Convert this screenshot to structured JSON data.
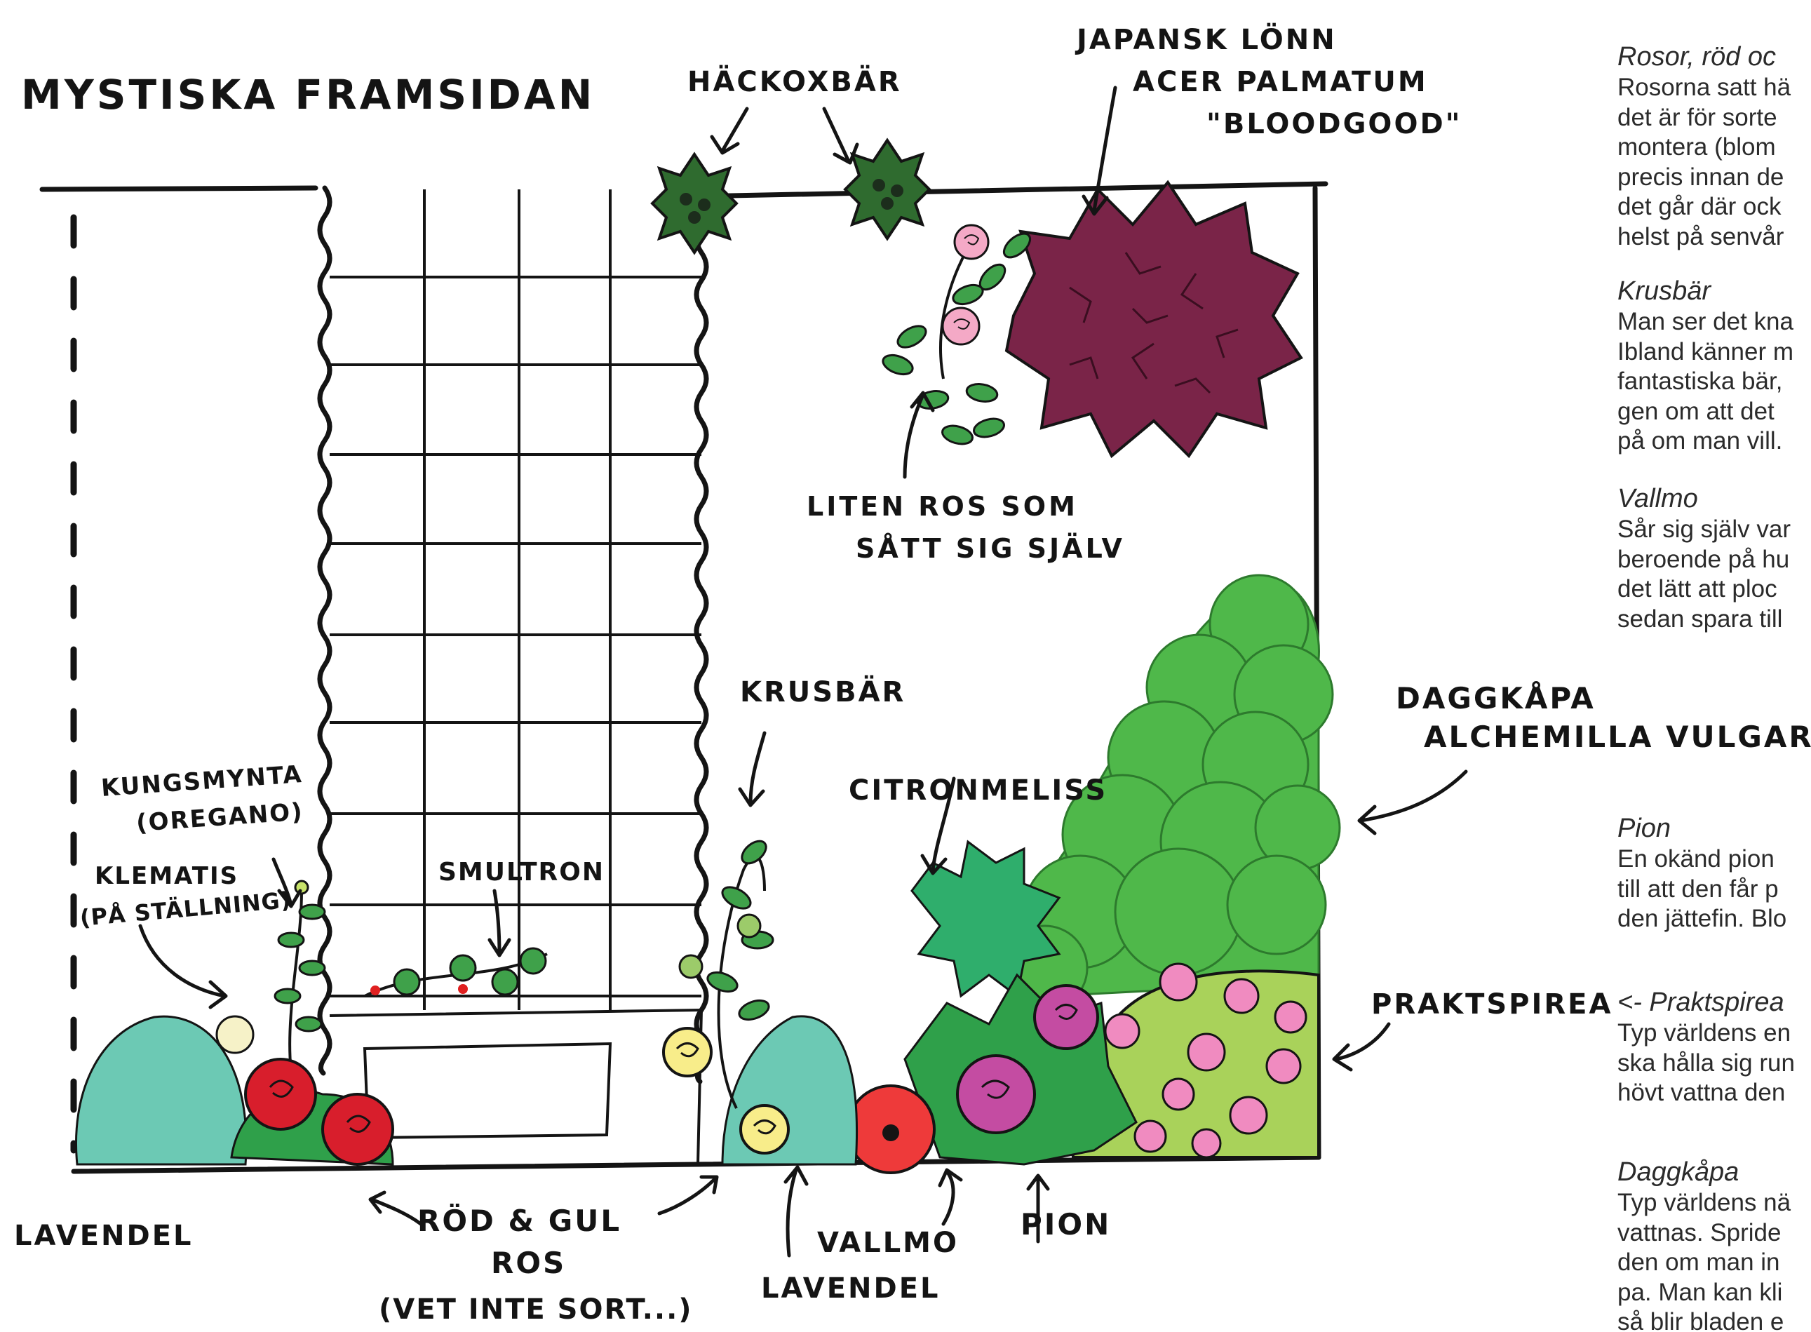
{
  "title": "MYSTISKA FRAMSIDAN",
  "labels": {
    "hackoxbar": "HÄCKOXBÄR",
    "lonn_1": "JAPANSK LÖNN",
    "lonn_2": "ACER PALMATUM",
    "lonn_3": "\"BLOODGOOD\"",
    "liten_ros_1": "LITEN ROS SOM",
    "liten_ros_2": "SÅTT SIG SJÄLV",
    "krusbar": "KRUSBÄR",
    "citronmeliss": "CITRONMELISS",
    "daggkapa_1": "DAGGKÅPA",
    "daggkapa_2": "ALCHEMILLA VULGARIS",
    "kungsmynta_1": "KUNGSMYNTA",
    "kungsmynta_2": "(OREGANO)",
    "klematis_1": "KLEMATIS",
    "klematis_2": "(PÅ STÄLLNING)",
    "smultron": "SMULTRON",
    "praktspirea": "PRAKTSPIREA",
    "lavendel_left": "LAVENDEL",
    "rod_gul_1": "RÖD & GUL",
    "rod_gul_2": "ROS",
    "rod_gul_3": "(VET INTE SORT...)",
    "vallmo": "VALLMO",
    "pion": "PION",
    "lavendel_mid": "LAVENDEL"
  },
  "notes": [
    {
      "title": "Rosor, röd oc",
      "lines": [
        "Rosorna satt hä",
        "det är för sorte",
        "montera (blom",
        "precis innan de",
        "det går där ock",
        "helst på senvår"
      ]
    },
    {
      "title": "Krusbär",
      "lines": [
        "Man ser det kna",
        "Ibland känner m",
        "fantastiska bär,",
        "gen om att det",
        "på om man vill."
      ]
    },
    {
      "title": "Vallmo",
      "lines": [
        "Sår sig själv var",
        "beroende på hu",
        "det lätt att ploc",
        "sedan spara till"
      ]
    },
    {
      "title": "Pion",
      "lines": [
        "En okänd pion",
        "till att den får p",
        "den jättefin. Blo"
      ]
    },
    {
      "title": "<- Praktspirea",
      "lines": [
        "Typ världens en",
        "ska hålla sig run",
        "hövt vattna den"
      ]
    },
    {
      "title": "Daggkåpa",
      "lines": [
        "Typ världens nä",
        "vattnas. Spride",
        "den om man in",
        "pa. Man kan kli",
        "så blir bladen e"
      ]
    }
  ],
  "colors": {
    "ink": "#141414",
    "hedge": "#2f6b2f",
    "maple": "#7a2448",
    "rose_pink": "#f4a9c6",
    "leaf": "#3fa14a",
    "alchemilla": "#4fb84a",
    "spirea_base": "#a9d25a",
    "spirea_flower": "#f08bc0",
    "red_rose": "#d81e2c",
    "yellow_rose": "#f8ed8a",
    "lavender": "#6cc9b4",
    "poppy": "#ee3a3a",
    "peony": "#c44ca2",
    "mint": "#2fae6c"
  }
}
